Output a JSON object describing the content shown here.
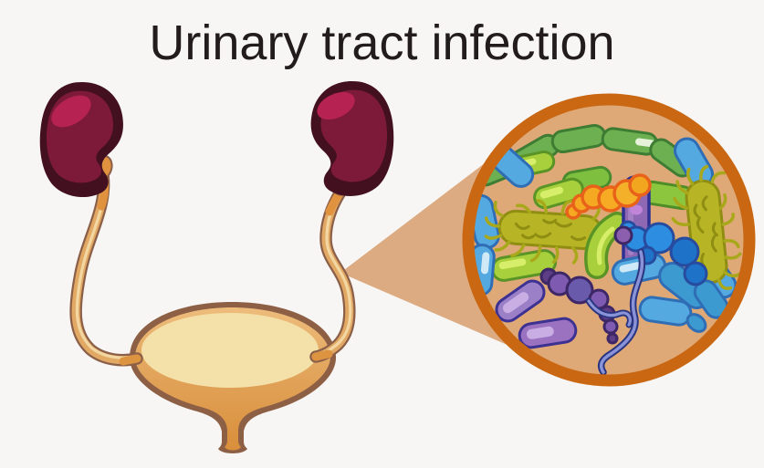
{
  "title": "Urinary tract infection",
  "palette": {
    "background": "#f7f6f4",
    "title_text": "#221c1c",
    "kidney_dark": "#431020",
    "kidney_mid": "#7d1a39",
    "kidney_highlight": "#b62352",
    "ureter_outline": "#8b5f48",
    "ureter_fill": "#e2a964",
    "ureter_stripe": "#f3d7a2",
    "renal_pelvis": "#e0923f",
    "bladder_outline": "#8d5f45",
    "bladder_body_bottom": "#d98e3a",
    "bladder_inner": "#f4e1a9",
    "cone": "#dcab82",
    "magnifier_ring": "#c96712",
    "magnifier_field": "#dfa877",
    "green_rod": "#6db052",
    "lime_rod": "#a8d03c",
    "blue_rod": "#55a9e1",
    "olive_hairy": "#b7b525",
    "orange_coccus": "#f5a821",
    "purple_rod": "#8f68b4",
    "blue_coccus": "#2d8de0",
    "purple_coccus": "#7e5bb0",
    "lavender_rod": "#9b7fc7",
    "flagella": "#8a93d8"
  },
  "parts": {
    "kidney_left": "left-kidney",
    "kidney_right": "right-kidney",
    "ureter_left": "left-ureter",
    "ureter_right": "right-ureter",
    "bladder": "bladder",
    "urethra": "urethra",
    "magnifier": "infection-magnifier-circle",
    "bacteria_types": [
      "green-bacillus-chain",
      "lime-bacillus",
      "blue-bacillus",
      "flagellated-olive-bacterium",
      "orange-streptococcus-chain",
      "purple-bacillus",
      "blue-cocci-cluster",
      "purple-streptococcus-chain",
      "spirochete-flagellum",
      "lavender-bacillus"
    ]
  }
}
